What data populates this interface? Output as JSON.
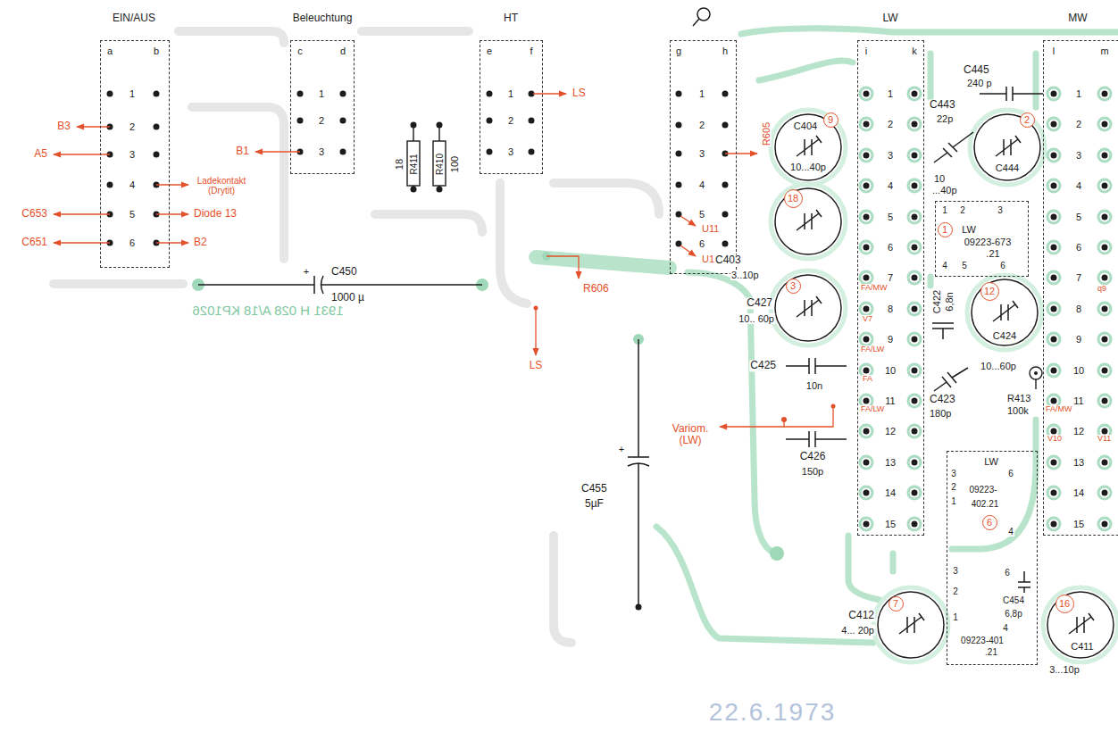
{
  "diagram": {
    "nodes": [
      {
        "text": [
          "EIN/AUS",
          "a",
          "b",
          "1",
          "2",
          "3",
          "4",
          "5",
          "6"
        ]
      },
      {
        "text": [
          "Beleuchtung",
          "c",
          "d",
          "1",
          "2",
          "3"
        ]
      },
      {
        "text": [
          "HT",
          "e",
          "f",
          "1",
          "2",
          "3"
        ]
      },
      {
        "text": [
          "g",
          "h",
          "1",
          "2",
          "3",
          "4",
          "5",
          "6"
        ]
      },
      {
        "text": [
          "LW",
          "i",
          "k",
          "1",
          "2",
          "3",
          "4",
          "5",
          "6",
          "7",
          "8",
          "9",
          "10",
          "11",
          "12",
          "13",
          "14",
          "15"
        ]
      },
      {
        "text": [
          "MW",
          "l",
          "m",
          "1",
          "2",
          "3",
          "4",
          "5",
          "6",
          "7",
          "8",
          "9",
          "10",
          "11",
          "12",
          "13",
          "14",
          "15"
        ]
      },
      {
        "text": [
          "1",
          "2",
          "3",
          "LW",
          "09223-673",
          ".21",
          "4",
          "5",
          "6"
        ]
      },
      {
        "text": [
          "1"
        ],
        "in": 6
      },
      {
        "text": [
          "LW",
          "3",
          "2",
          "1",
          "6",
          "09223-",
          "402.21",
          "4",
          "3",
          "6",
          "C454",
          "6,8p",
          "2",
          "1",
          "4",
          "09223-401",
          ".21"
        ]
      },
      {
        "text": [
          "6"
        ],
        "in": 8
      },
      {
        "text": [
          "9"
        ]
      },
      {
        "text": [
          "2"
        ]
      },
      {
        "text": [
          "18"
        ]
      },
      {
        "text": [
          "3"
        ]
      },
      {
        "text": [
          "12"
        ]
      },
      {
        "text": [
          "7"
        ]
      },
      {
        "text": [
          "16"
        ]
      }
    ],
    "labels": [
      "B3",
      "A5",
      "C653",
      "C651",
      "Ladekontakt (Drytit)",
      "Diode 13",
      "B2",
      "B1",
      "R411",
      "18",
      "R410",
      "100",
      "LS",
      "R605",
      "U11",
      "U12",
      "+",
      "C450",
      "1000 µ",
      "R606",
      "LS",
      "1931 H 028 A/18 KP1026",
      "C403",
      "3..10p",
      "C404",
      "10...40p",
      "C427",
      "10.. 60p",
      "C425",
      "10n",
      "C426",
      "150p",
      "Variom. (LW)",
      "+",
      "C455",
      "5µF",
      "FA/MW",
      "V7",
      "FA/LW",
      "FA",
      "FA/LW",
      "C445",
      "240 p",
      "C443",
      "22p",
      "10",
      "...40p",
      "C444",
      "C422",
      "6,8n",
      "C424",
      "10...60p",
      "C423",
      "180p",
      "R413",
      "100k",
      "FA/MW",
      "V10",
      "V11",
      "q9",
      "C412",
      "4... 20p",
      "C411",
      "3...10p",
      "22.6.1973"
    ]
  }
}
